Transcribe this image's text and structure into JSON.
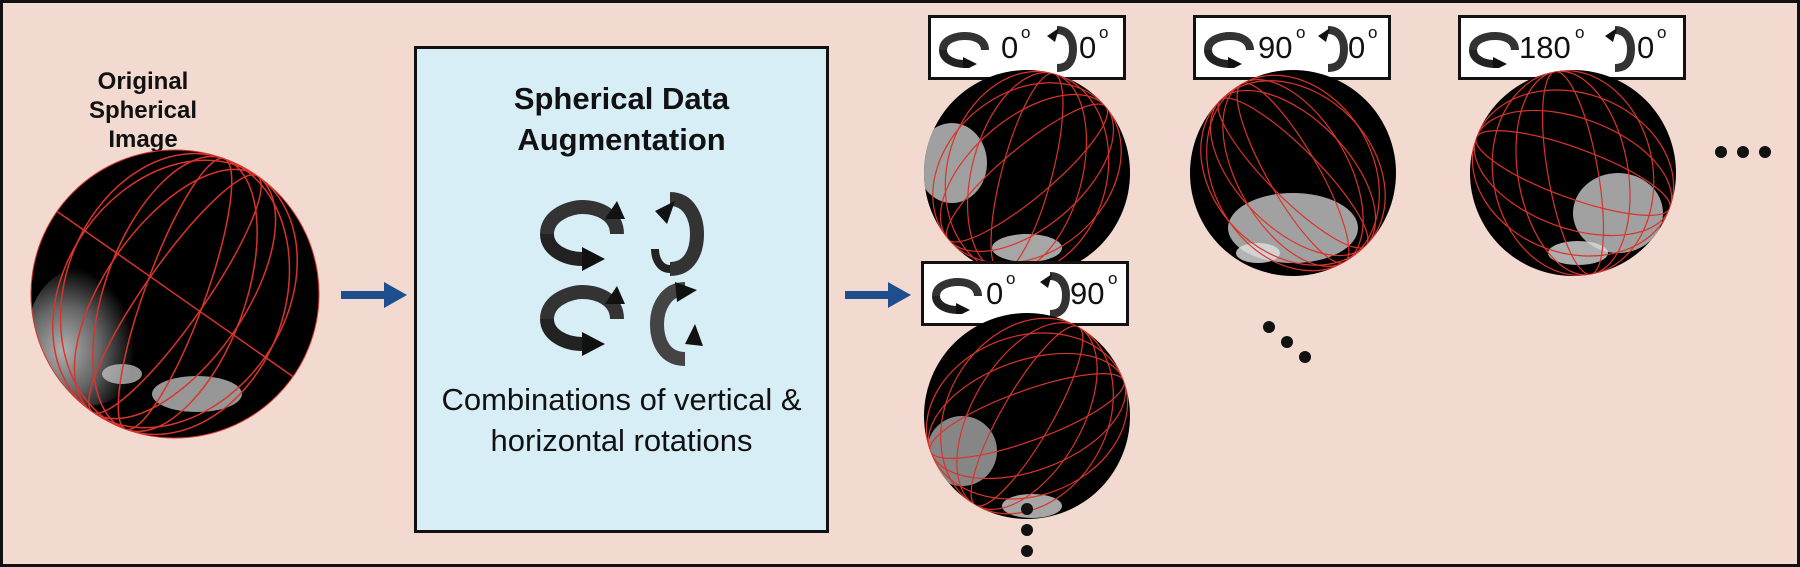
{
  "original": {
    "title": "Original Spherical Image"
  },
  "augmentation": {
    "title": "Spherical Data Augmentation",
    "description": "Combinations of vertical & horizontal rotations"
  },
  "rotations": [
    {
      "horizontal": "0",
      "vertical": "0",
      "degree_mark": "o"
    },
    {
      "horizontal": "90",
      "vertical": "0",
      "degree_mark": "o"
    },
    {
      "horizontal": "180",
      "vertical": "0",
      "degree_mark": "o"
    },
    {
      "horizontal": "0",
      "vertical": "90",
      "degree_mark": "o"
    }
  ],
  "colors": {
    "background": "#f3dad1",
    "box": "#d8eef7",
    "arrow": "#1f4e8c",
    "grid": "#d9342b",
    "sphere": "#000000",
    "rotation_arrow_dark": "#333333"
  }
}
